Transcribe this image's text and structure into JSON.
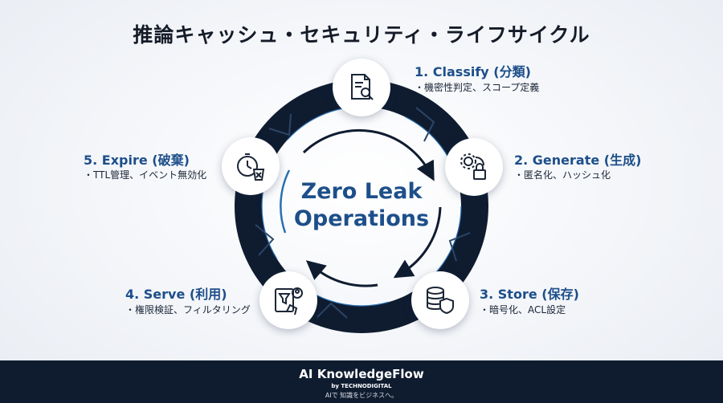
{
  "title": "推論キャッシュ・セキュリティ・ライフサイクル",
  "center": {
    "line1": "Zero Leak",
    "line2": "Operations"
  },
  "steps": [
    {
      "title": "1. Classify (分類)",
      "desc": "・機密性判定、スコープ定義",
      "icon": "document-search-icon"
    },
    {
      "title": "2. Generate (生成)",
      "desc": "・匿名化、ハッシュ化",
      "icon": "gear-lock-icon"
    },
    {
      "title": "3. Store (保存)",
      "desc": "・暗号化、ACL設定",
      "icon": "database-shield-icon"
    },
    {
      "title": "4. Serve (利用)",
      "desc": "・権限検証、フィルタリング",
      "icon": "tablet-user-icon"
    },
    {
      "title": "5. Expire (破棄)",
      "desc": "・TTL管理、イベント無効化",
      "icon": "timer-trash-icon"
    }
  ],
  "footer": {
    "brand": "AI KnowledgeFlow",
    "by": "by TECHNODIGITAL",
    "tagline": "AIで 知識をビジネスへ。"
  },
  "colors": {
    "ring_dark": "#0f1c30",
    "ring_accent": "#2a6fb0",
    "title_blue": "#1d4f8a",
    "footer_bg": "#0f1c30"
  }
}
